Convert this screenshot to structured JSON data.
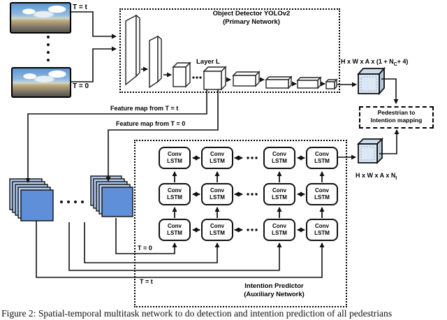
{
  "figure": {
    "caption": "Figure 2: Spatial-temporal multitask network to do detection and intention prediction of all pedestrians"
  },
  "inputs": {
    "frame_top_label": "T = t",
    "frame_bottom_label": "T = 0"
  },
  "yolo": {
    "title_line1": "Object Detector YOLOv2",
    "title_line2": "(Primary Network)",
    "layer_label": "Layer L",
    "output_label_prefix": "H x W x A x (1 + N",
    "output_label_sub": "C",
    "output_label_suffix": "+ 4)"
  },
  "feature_maps": {
    "from_t_label": "Feature map from T = t",
    "from_0_label": "Feature map from T = 0"
  },
  "mapping_box": {
    "line1": "Pedestrian to",
    "line2": "Intention mapping"
  },
  "intention": {
    "title_line1": "Intention Predictor",
    "title_line2": "(Auxiliary Network)",
    "t0_label": "T = 0",
    "tt_label": "T = t",
    "cell_line1": "Conv",
    "cell_line2": "LSTM",
    "output_label_prefix": "H x W x A x N",
    "output_label_sub": "I"
  },
  "colors": {
    "cube_front": "#dbe7f4",
    "cube_top": "#ccdbeb",
    "cube_side": "#b5c7db",
    "stack_front": "#5e8fd8",
    "stack_back": "#aac6ee",
    "line": "#111111"
  }
}
